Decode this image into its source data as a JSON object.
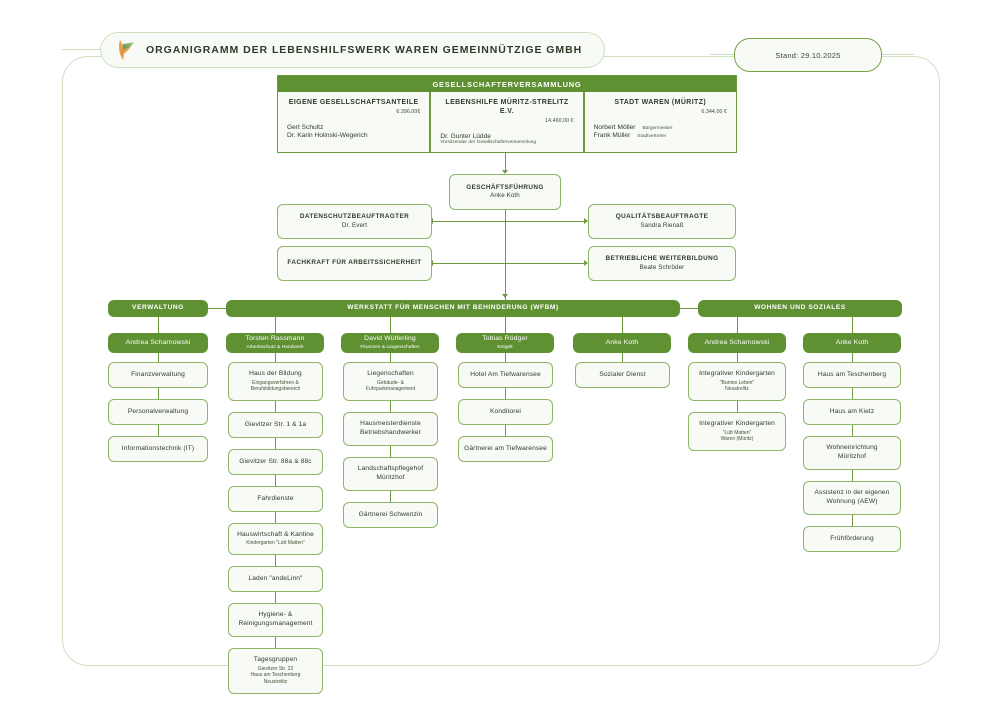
{
  "header": {
    "title": "ORGANIGRAMM DER LEBENSHILFSWERK WAREN GEMEINNÜTZIGE GMBH",
    "logo_icon": "butterfly-leaf-logo",
    "date_badge": "Stand: 29.10.2025"
  },
  "assembly": {
    "heading": "GESELLSCHAFTERVERSAMMLUNG",
    "columns": [
      {
        "title": "EIGENE GESELLSCHAFTSANTEILE",
        "amount": "6.396,00€",
        "layout": "left",
        "people": [
          {
            "name": "Gert Schultz",
            "role": ""
          },
          {
            "name": "Dr. Karin Holinski-Wegerich",
            "role": ""
          }
        ]
      },
      {
        "title": "LEBENSHILFE MÜRITZ-STRELITZ E.V.",
        "amount": "14.460,00 €",
        "layout": "center",
        "people": [
          {
            "name": "Dr. Gunter Lüdde",
            "role": "Vorsitzender der Gesellschafterversammlung"
          }
        ]
      },
      {
        "title": "STADT WAREN (MÜRITZ)",
        "amount": "6.344,00 €",
        "layout": "left",
        "people": [
          {
            "name": "Norbert Möller",
            "role": "Bürgermeister"
          },
          {
            "name": "Frank Müller",
            "role": "Stadtvertreter"
          }
        ]
      }
    ]
  },
  "management": {
    "title": "GESCHÄFTSFÜHRUNG",
    "person": "Anke Koth"
  },
  "staff_roles": [
    {
      "title": "DATENSCHUTZBEAUFTRAGTER",
      "person": "Dr. Evert"
    },
    {
      "title": "QUALITÄTSBEAUFTRAGTE",
      "person": "Sandra Rienaß"
    },
    {
      "title": "FACHKRAFT FÜR ARBEITSSICHERHEIT",
      "person": ""
    },
    {
      "title": "BETRIEBLICHE WEITERBILDUNG",
      "person": "Beate Schröder"
    }
  ],
  "divisions": [
    {
      "name": "VERWALTUNG"
    },
    {
      "name": "WERKSTATT FÜR MENSCHEN MIT BEHINDERUNG (WFBM)"
    },
    {
      "name": "WOHNEN UND SOZIALES"
    }
  ],
  "leads": [
    {
      "name": "Andrea Scharnowski",
      "role": ""
    },
    {
      "name": "Torsten Rassmann",
      "role": "Arbeitsschutz & Handwerk"
    },
    {
      "name": "David Wülferling",
      "role": "Finanzen & Liegenschaften"
    },
    {
      "name": "Tobias Rödger",
      "role": "Entgelt"
    },
    {
      "name": "Anke Koth",
      "role": ""
    },
    {
      "name": "Andrea Scharnowski",
      "role": ""
    },
    {
      "name": "Anke Koth",
      "role": ""
    }
  ],
  "columns": {
    "verwaltung": [
      {
        "line1": "Finanzverwaltung",
        "line2": ""
      },
      {
        "line1": "Personalverwaltung",
        "line2": ""
      },
      {
        "line1": "Informationstechnik (IT)",
        "line2": ""
      }
    ],
    "rassmann": [
      {
        "line1": "Haus der Bildung",
        "line2": "Eingangsverfahren &\nBerufsbildungsbereich"
      },
      {
        "line1": "Gievitzer Str. 1 & 1a",
        "line2": ""
      },
      {
        "line1": "Gievitzer Str. 88a & 88c",
        "line2": ""
      },
      {
        "line1": "Fahrdienste",
        "line2": ""
      },
      {
        "line1": "Hauswirtschaft & Kantine",
        "line2": "Kindergarten \"Lütt Matten\""
      },
      {
        "line1": "Laden \"andeLinn\"",
        "line2": ""
      },
      {
        "line1": "Hygiene- &\nReinigungsmanagement",
        "line2": ""
      },
      {
        "line1": "Tagesgruppen",
        "line2": "Gievitzer Str. 22\nHaus am Teschenberg\nNeustrelitz"
      }
    ],
    "wuelferling": [
      {
        "line1": "Liegenschaften",
        "line2": "Gebäude- &\nFuhrparkmanagement"
      },
      {
        "line1": "Hausmeisterdienste\nBetriebshandwerker",
        "line2": ""
      },
      {
        "line1": "Landschaftspflegehof\nMüritzhof",
        "line2": ""
      },
      {
        "line1": "Gärtnerei Schwenzin",
        "line2": ""
      }
    ],
    "roedger": [
      {
        "line1": "Hotel Am Tiefwarensee",
        "line2": ""
      },
      {
        "line1": "Konditorei",
        "line2": ""
      },
      {
        "line1": "Gärtnerei am Tiefwarensee",
        "line2": ""
      }
    ],
    "koth_wfbm": [
      {
        "line1": "Sozialer Dienst",
        "line2": ""
      }
    ],
    "scharnowski_wohnen": [
      {
        "line1": "Integrativer Kindergarten",
        "line2": "\"Buntes Leben\"\nNeustrelitz"
      },
      {
        "line1": "Integrativer Kindergarten",
        "line2": "\"Lütt Matten\"\nWaren (Müritz)"
      }
    ],
    "koth_wohnen": [
      {
        "line1": "Haus am Teschenberg",
        "line2": ""
      },
      {
        "line1": "Haus am Kietz",
        "line2": ""
      },
      {
        "line1": "Wohneinrichtung\nMüritzhof",
        "line2": ""
      },
      {
        "line1": "Assistenz in der eigenen\nWohnung (AEW)",
        "line2": ""
      },
      {
        "line1": "Frühförderung",
        "line2": ""
      }
    ]
  },
  "colors": {
    "green_fill": "#5f9133",
    "green_border": "#6d9b3f",
    "light_fill": "#f8faf5",
    "light_border": "#8fb56a",
    "frame_border": "#cfe0c2"
  }
}
